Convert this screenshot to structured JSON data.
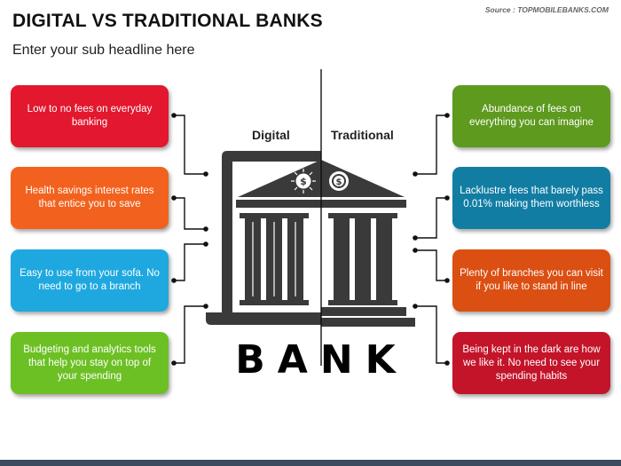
{
  "header": {
    "title": "DIGITAL VS TRADITIONAL BANKS",
    "subtitle": "Enter your sub headline here",
    "source": "Source : TOPMOBILEBANKS.COM"
  },
  "columns": {
    "left_label": "Digital",
    "right_label": "Traditional"
  },
  "center": {
    "bank_word": "BANK"
  },
  "digital_points": [
    {
      "text": "Low to no fees on everyday banking",
      "color": "#e3172e"
    },
    {
      "text": "Health savings interest rates that entice you to save",
      "color": "#f2621e"
    },
    {
      "text": "Easy to use from your sofa. No need to go to a branch",
      "color": "#1fa8df"
    },
    {
      "text": "Budgeting and analytics tools that help you stay on top of your spending",
      "color": "#6cc024"
    }
  ],
  "traditional_points": [
    {
      "text": "Abundance of fees on everything you can imagine",
      "color": "#5d9a1e"
    },
    {
      "text": "Lacklustre fees that barely pass 0.01% making them worthless",
      "color": "#127da3"
    },
    {
      "text": "Plenty of branches you can visit if you like to stand in line",
      "color": "#db4f12"
    },
    {
      "text": "Being kept in the dark are how we like it. No need to see your spending habits",
      "color": "#c3142a"
    }
  ]
}
